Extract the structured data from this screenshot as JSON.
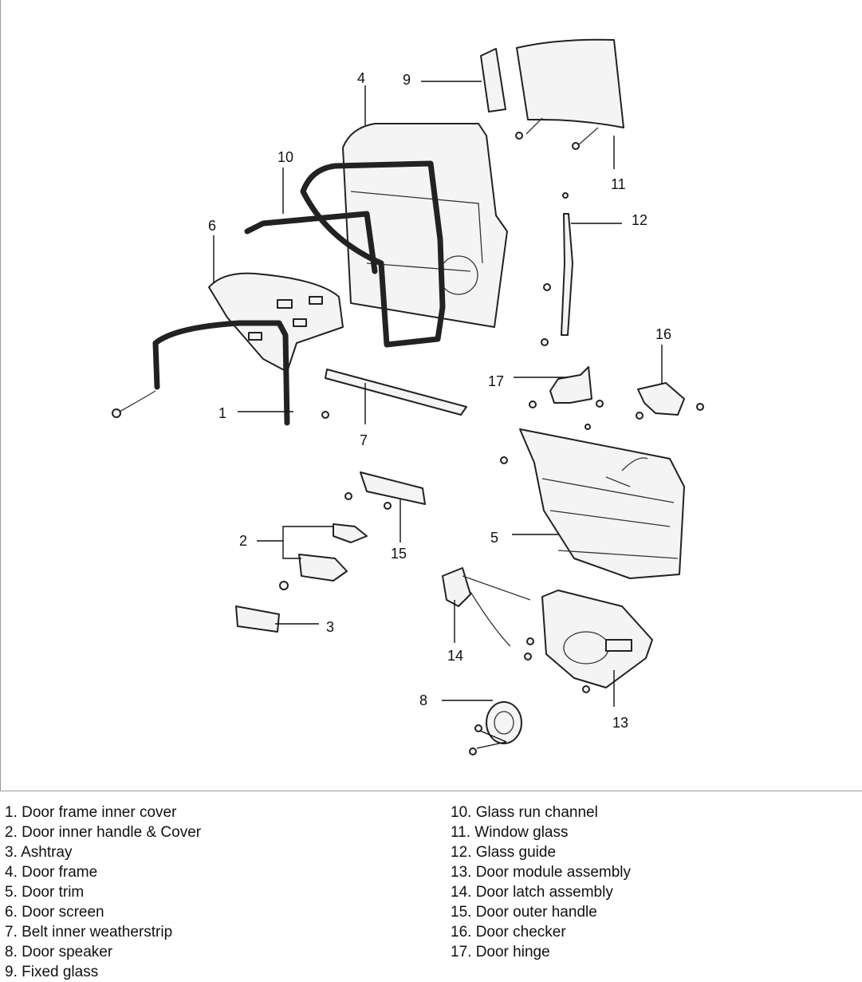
{
  "callouts": [
    "1",
    "2",
    "3",
    "4",
    "5",
    "6",
    "7",
    "8",
    "9",
    "10",
    "11",
    "12",
    "13",
    "14",
    "15",
    "16",
    "17"
  ],
  "legend_left": [
    "1. Door frame inner cover",
    "2. Door inner handle & Cover",
    "3. Ashtray",
    "4. Door frame",
    "5. Door trim",
    "6. Door screen",
    "7. Belt inner weatherstrip",
    "8. Door speaker",
    "9. Fixed glass"
  ],
  "legend_right": [
    "10. Glass run channel",
    "11. Window glass",
    "12. Glass guide",
    "13. Door module assembly",
    "14. Door latch assembly",
    "15. Door outer handle",
    "16. Door checker",
    "17. Door hinge"
  ]
}
